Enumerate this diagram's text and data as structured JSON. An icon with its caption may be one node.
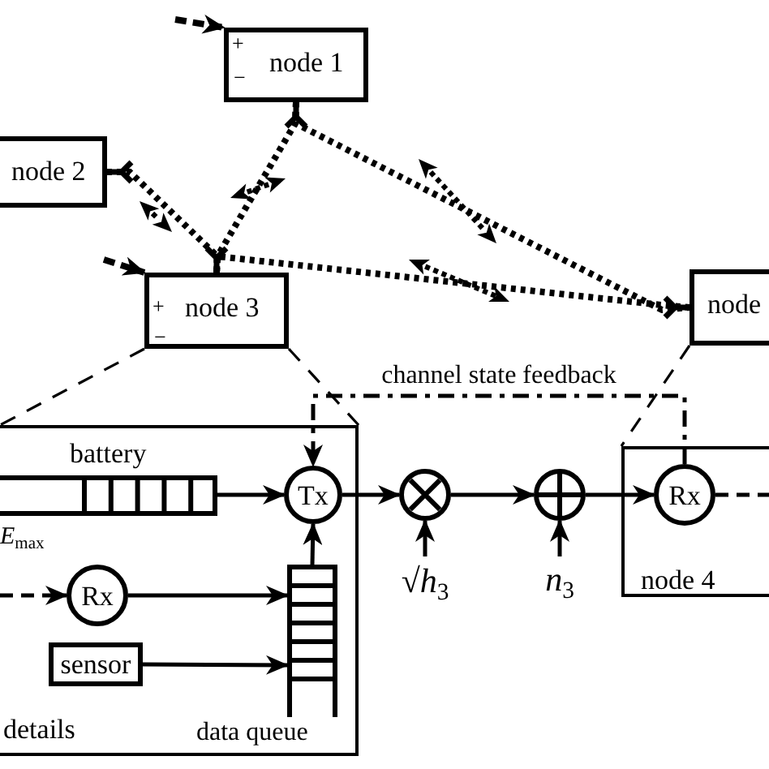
{
  "diagram": {
    "nodes": [
      {
        "text": [
          "+",
          "−",
          "node 1"
        ]
      },
      {
        "text": [
          "node 2"
        ]
      },
      {
        "text": [
          "+",
          "−",
          "node 3"
        ]
      },
      {
        "text": [
          "node"
        ]
      },
      {
        "text": [
          "details"
        ]
      },
      {
        "text": [
          "battery"
        ],
        "in": 4,
        "beside": [
          "*E*$_{max}$"
        ]
      },
      {
        "text": [
          "Tx"
        ],
        "in": 4
      },
      {
        "text": [
          "Rx"
        ],
        "in": 4
      },
      {
        "text": [
          "sensor"
        ],
        "in": 4
      },
      {
        "text": [
          "data queue"
        ],
        "in": 4
      },
      {
        "text": [],
        "shape": "circle"
      },
      {
        "text": [],
        "shape": "circle"
      },
      {
        "text": [
          "node 4"
        ]
      },
      {
        "text": [
          "Rx"
        ],
        "in": 12
      },
      {
        "text": [
          "√*h*$_{3}$"
        ]
      },
      {
        "text": [
          "*n*$_{3}$"
        ]
      }
    ],
    "edges": [
      {
        "from": null,
        "to": 0,
        "arrow": "to",
        "style": "dashed"
      },
      {
        "from": null,
        "to": 2,
        "arrow": "to",
        "style": "dashed"
      },
      {
        "from": 0,
        "to": 2,
        "arrow": "none",
        "style": "dashed"
      },
      {
        "from": 1,
        "to": 2,
        "arrow": "none",
        "style": "dashed"
      },
      {
        "from": 0,
        "to": 3,
        "arrow": "none",
        "style": "dashed"
      },
      {
        "from": 2,
        "to": 3,
        "arrow": "none",
        "style": "dashed"
      },
      {
        "from": 2,
        "to": 4,
        "arrow": "none",
        "style": "dashed"
      },
      {
        "from": 2,
        "to": 4,
        "arrow": "none",
        "style": "dashed"
      },
      {
        "from": 3,
        "to": 12,
        "arrow": "none",
        "style": "dashed"
      },
      {
        "from": 5,
        "to": 6,
        "arrow": "to"
      },
      {
        "from": 9,
        "to": 6,
        "arrow": "to"
      },
      {
        "from": 7,
        "to": 9,
        "arrow": "to"
      },
      {
        "from": 8,
        "to": 9,
        "arrow": "to"
      },
      {
        "from": null,
        "to": 7,
        "arrow": "to",
        "style": "dashed"
      },
      {
        "from": 6,
        "to": 10,
        "arrow": "to"
      },
      {
        "from": 10,
        "to": 11,
        "arrow": "to"
      },
      {
        "from": 11,
        "to": 13,
        "arrow": "to"
      },
      {
        "from": 14,
        "to": 10,
        "arrow": "to"
      },
      {
        "from": 15,
        "to": 11,
        "arrow": "to"
      },
      {
        "from": 13,
        "to": 6,
        "arrow": "to",
        "style": "dashed",
        "label": "channel state feedback"
      },
      {
        "from": 13,
        "to": null,
        "arrow": "none",
        "style": "dashed"
      }
    ]
  }
}
